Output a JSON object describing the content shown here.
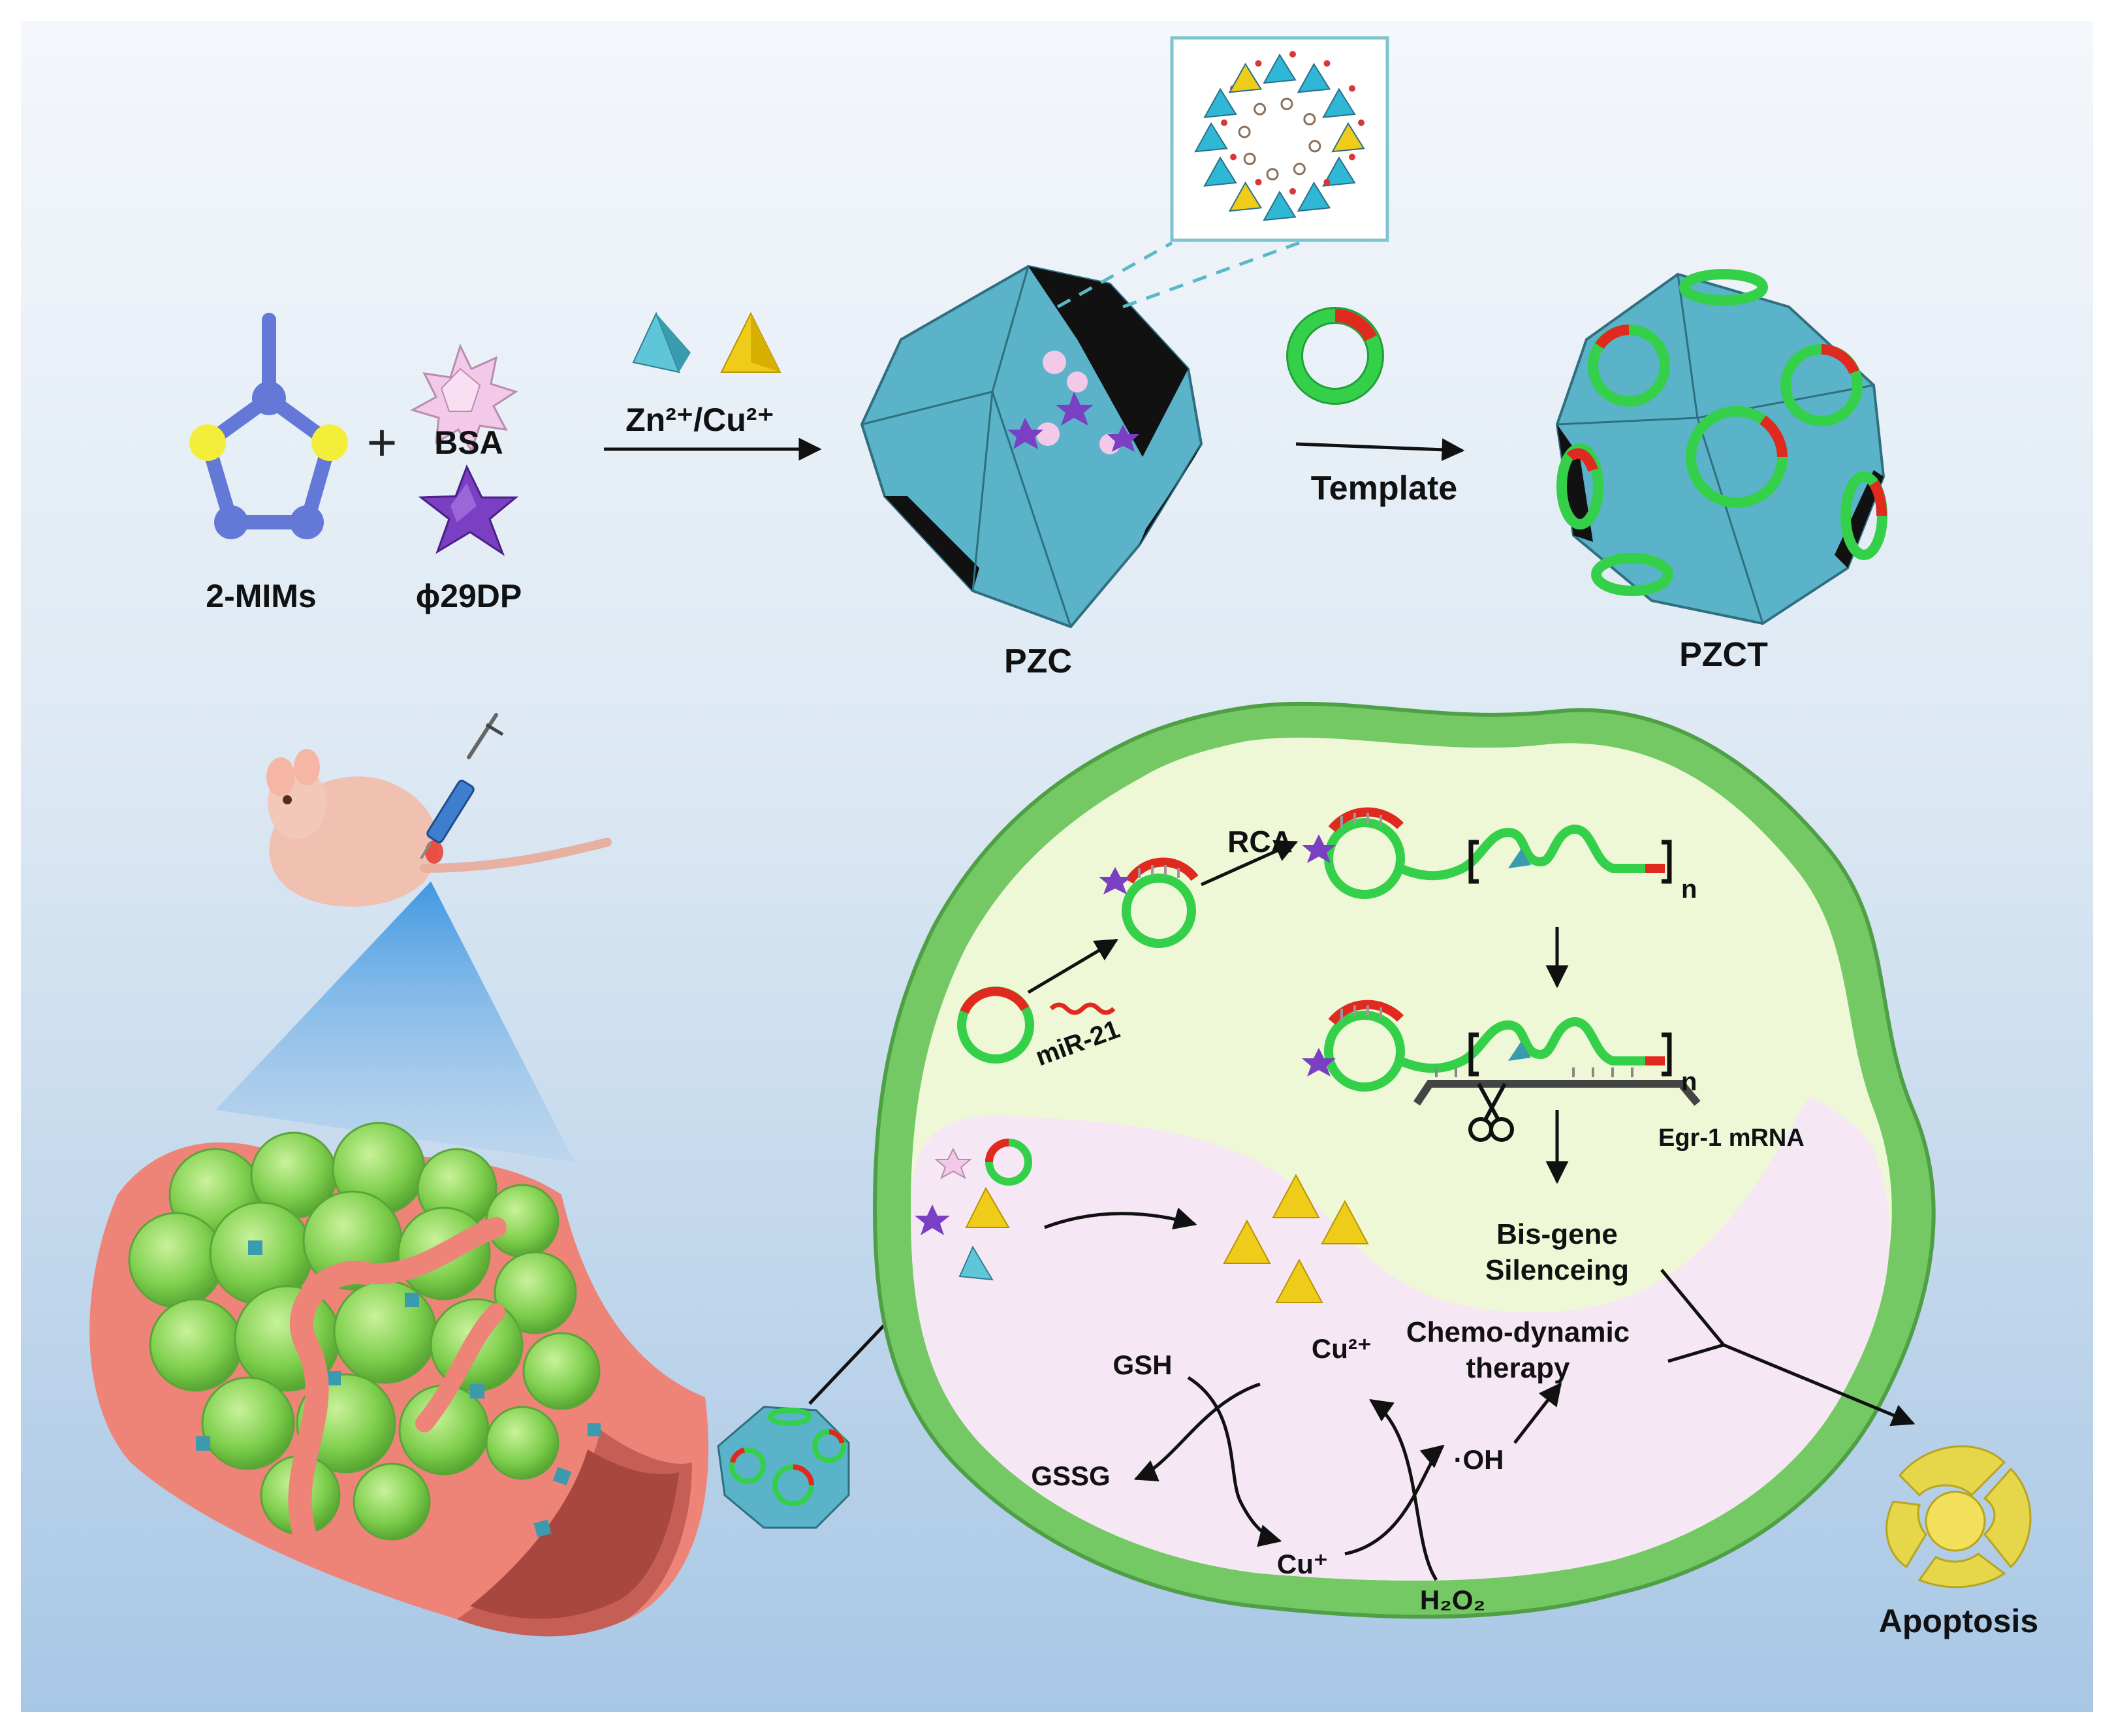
{
  "synthesis": {
    "ligand_label": "2-MIMs",
    "plus_sign": "+",
    "bsa_label": "BSA",
    "phi_label": "ϕ29DP",
    "ion_label": "Zn²⁺/Cu²⁺",
    "pzc_label": "PZC",
    "template_label": "Template",
    "pzct_label": "PZCT"
  },
  "cell": {
    "rca_label": "RCA",
    "n1": "n",
    "n2": "n",
    "mir_label": "miR-21",
    "egr_label": "Egr-1 mRNA",
    "bis_gene_line1": "Bis-gene",
    "bis_gene_line2": "Silenceing",
    "cdt_line1": "Chemo-dynamic",
    "cdt_line2": "therapy",
    "gsh": "GSH",
    "gssg": "GSSG",
    "cu2": "Cu²⁺",
    "cu1": "Cu⁺",
    "oh": "·OH",
    "h2o2": "H₂O₂"
  },
  "apoptosis_label": "Apoptosis",
  "colors": {
    "bg_top": "#f3f7fb",
    "bg_bottom": "#a9c8e6",
    "crystal": "#5fb5c9",
    "strand_green": "#34d04a",
    "strand_red": "#e02a1f",
    "triangle_yellow": "#f0c814",
    "cell_membrane": "#72cc62",
    "cytoplasm_green": "#eef8d8",
    "cytoplasm_pink": "#f7e8f5",
    "vessel": "#f08a80"
  }
}
